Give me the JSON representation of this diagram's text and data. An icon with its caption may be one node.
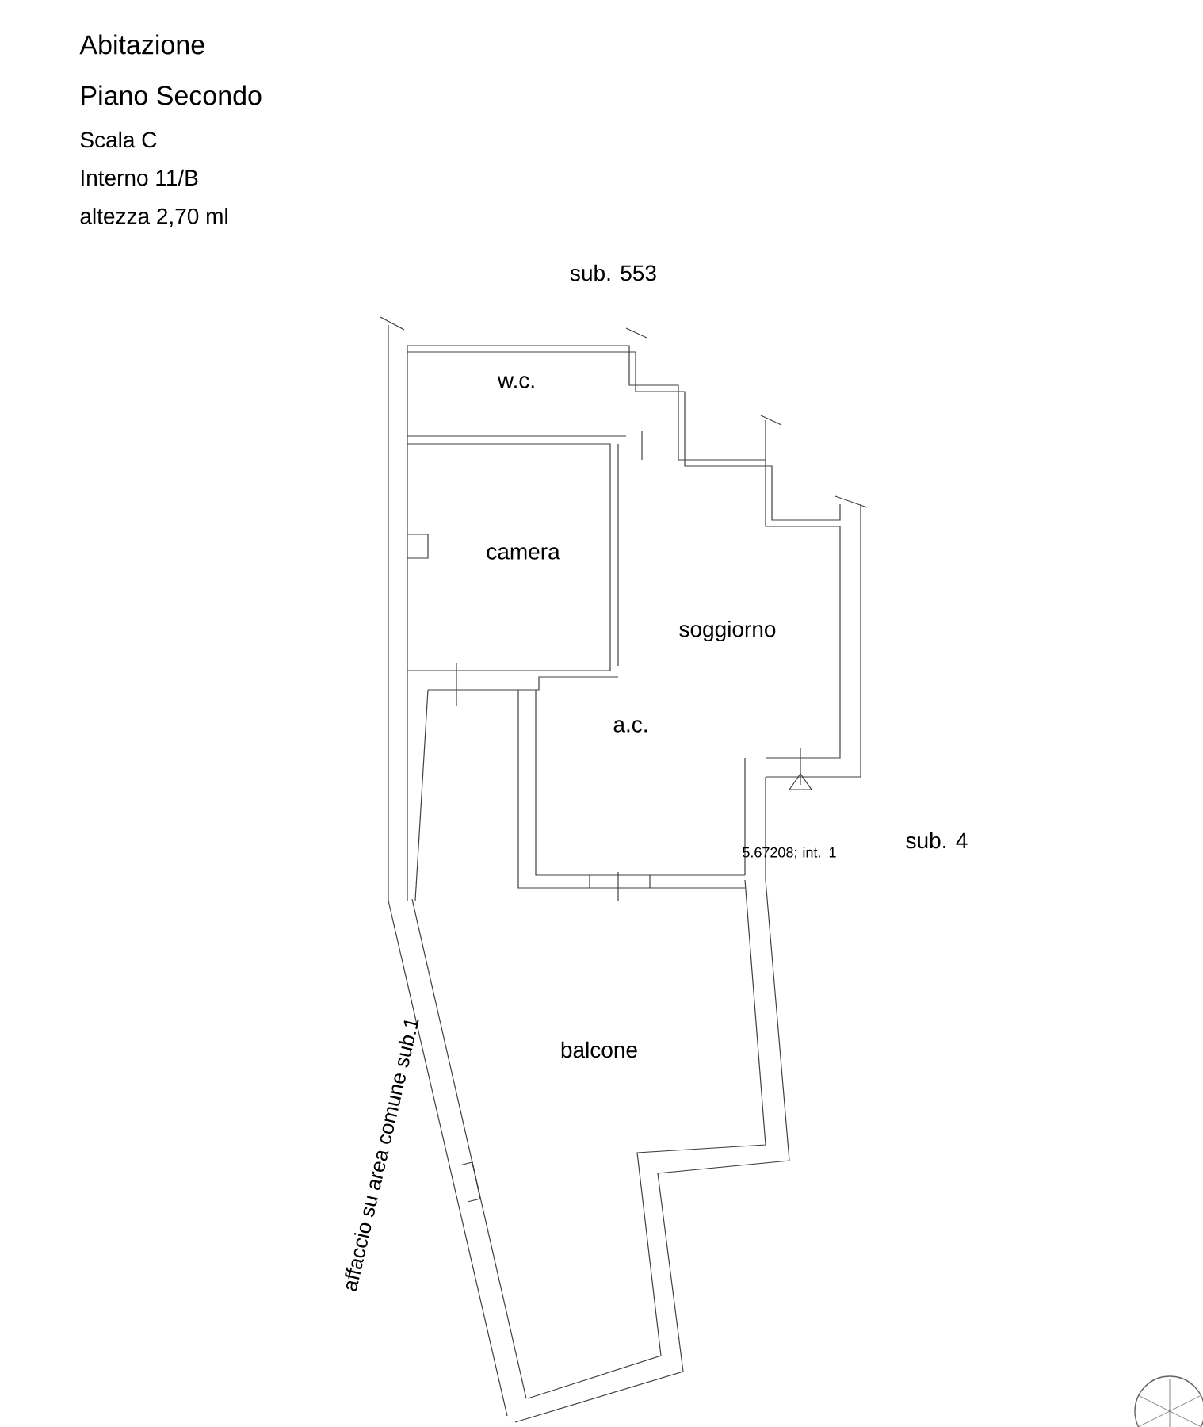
{
  "diagram": {
    "labels": [
      "Abitazione",
      "Piano Secondo",
      "Scala C",
      "Interno 11/B",
      "altezza 2,70 ml",
      "sub. 553",
      "w.c.",
      "camera",
      "soggiorno",
      "a.c.",
      "5.67208; int. 1",
      "sub. 4",
      "balcone",
      "affaccio su area comune sub.1"
    ]
  }
}
